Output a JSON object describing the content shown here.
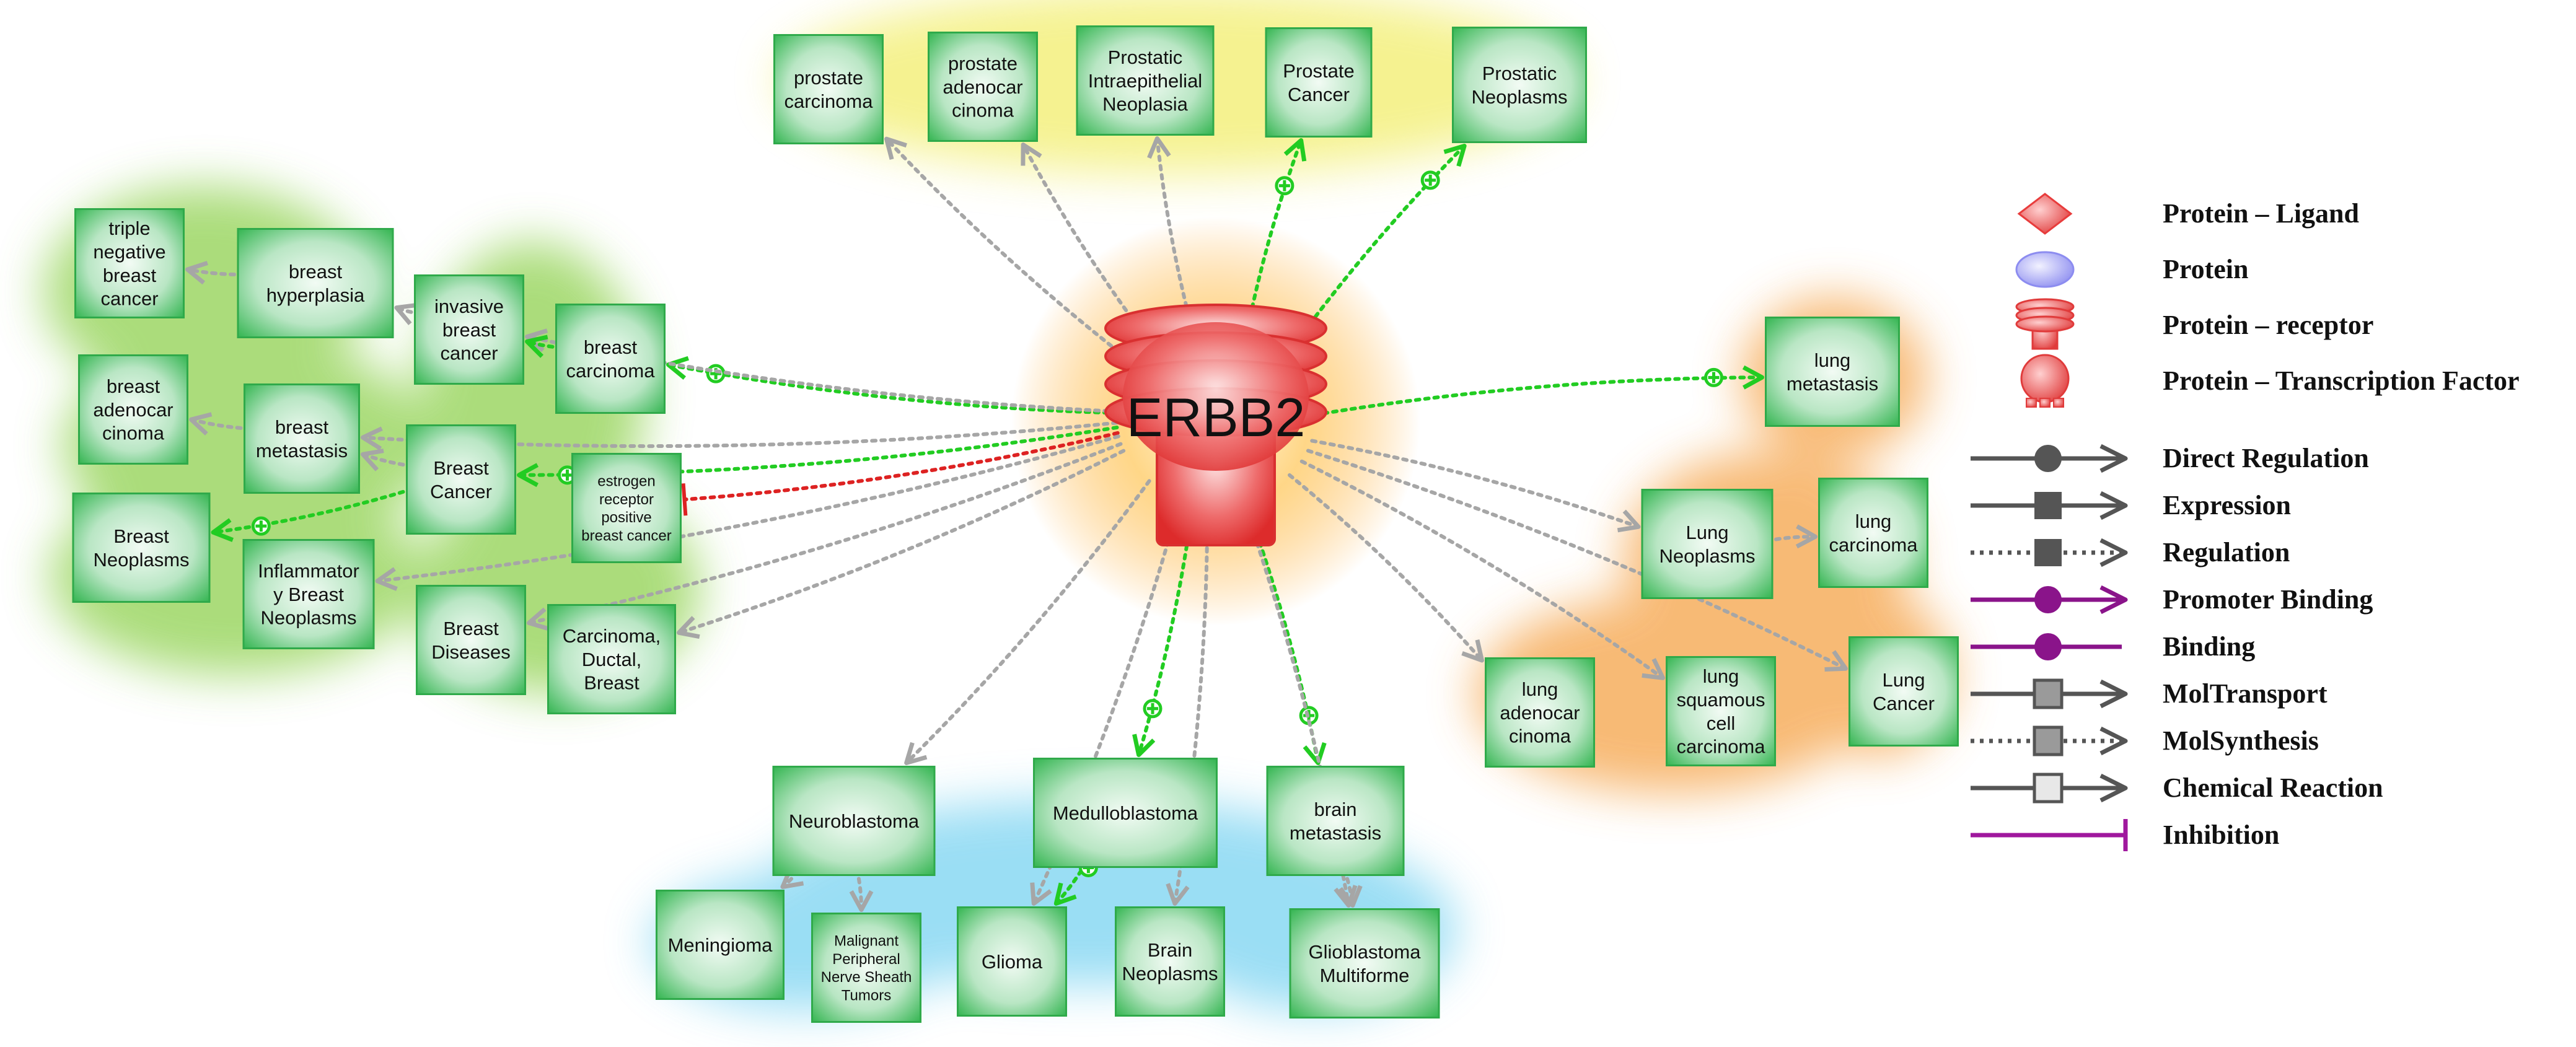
{
  "hub": {
    "label": "ERBB2"
  },
  "clusters": {
    "prostate": {
      "color": "#f2ee6c"
    },
    "breast": {
      "color": "#8fd14f"
    },
    "lung": {
      "color": "#f5a347"
    },
    "brain": {
      "color": "#79d3f1"
    }
  },
  "nodes": [
    {
      "id": "prostate-carcinoma",
      "label": "prostate\ncarcinoma",
      "small": false
    },
    {
      "id": "prostate-adenocarcinoma",
      "label": "prostate\nadenocar\ncinoma",
      "small": false
    },
    {
      "id": "prostatic-intraepithelial-neoplasia",
      "label": "Prostatic\nIntraepithelial\nNeoplasia",
      "small": false
    },
    {
      "id": "prostate-cancer",
      "label": "Prostate\nCancer",
      "small": false
    },
    {
      "id": "prostatic-neoplasms",
      "label": "Prostatic\nNeoplasms",
      "small": false
    },
    {
      "id": "triple-negative-breast-cancer",
      "label": "triple\nnegative\nbreast\ncancer",
      "small": false
    },
    {
      "id": "breast-hyperplasia",
      "label": "breast\nhyperplasia",
      "small": false
    },
    {
      "id": "invasive-breast-cancer",
      "label": "invasive\nbreast\ncancer",
      "small": false
    },
    {
      "id": "breast-carcinoma",
      "label": "breast\ncarcinoma",
      "small": false
    },
    {
      "id": "breast-adenocarcinoma",
      "label": "breast\nadenocar\ncinoma",
      "small": false
    },
    {
      "id": "breast-metastasis",
      "label": "breast\nmetastasis",
      "small": false
    },
    {
      "id": "breast-cancer",
      "label": "Breast\nCancer",
      "small": false
    },
    {
      "id": "er-positive-breast-cancer",
      "label": "estrogen\nreceptor\npositive\nbreast cancer",
      "small": true
    },
    {
      "id": "breast-neoplasms",
      "label": "Breast\nNeoplasms",
      "small": false
    },
    {
      "id": "inflammatory-breast-neoplasms",
      "label": "Inflammator\ny Breast\nNeoplasms",
      "small": false
    },
    {
      "id": "breast-diseases",
      "label": "Breast\nDiseases",
      "small": false
    },
    {
      "id": "carcinoma-ductal-breast",
      "label": "Carcinoma,\nDuctal,\nBreast",
      "small": false
    },
    {
      "id": "lung-metastasis",
      "label": "lung\nmetastasis",
      "small": false
    },
    {
      "id": "lung-neoplasms",
      "label": "Lung\nNeoplasms",
      "small": false
    },
    {
      "id": "lung-carcinoma",
      "label": "lung\ncarcinoma",
      "small": false
    },
    {
      "id": "lung-adenocarcinoma",
      "label": "lung\nadenocar\ncinoma",
      "small": false
    },
    {
      "id": "lung-squamous-cell-carcinoma",
      "label": "lung\nsquamous\ncell\ncarcinoma",
      "small": false
    },
    {
      "id": "lung-cancer",
      "label": "Lung\nCancer",
      "small": false
    },
    {
      "id": "neuroblastoma",
      "label": "Neuroblastoma",
      "small": false
    },
    {
      "id": "medulloblastoma",
      "label": "Medulloblastoma",
      "small": false
    },
    {
      "id": "brain-metastasis",
      "label": "brain\nmetastasis",
      "small": false
    },
    {
      "id": "meningioma",
      "label": "Meningioma",
      "small": false
    },
    {
      "id": "malignant-peripheral-nerve-sheath-tumors",
      "label": "Malignant\nPeripheral\nNerve Sheath\nTumors",
      "small": true
    },
    {
      "id": "glioma",
      "label": "Glioma",
      "small": false
    },
    {
      "id": "brain-neoplasms",
      "label": "Brain\nNeoplasms",
      "small": false
    },
    {
      "id": "glioblastoma-multiforme",
      "label": "Glioblastoma\nMultiforme",
      "small": false
    }
  ],
  "edges": [
    {
      "from": "ERBB2",
      "to": "prostate-carcinoma",
      "type": "regulation",
      "color": "#a6a6a6"
    },
    {
      "from": "ERBB2",
      "to": "prostate-adenocarcinoma",
      "type": "regulation",
      "color": "#a6a6a6"
    },
    {
      "from": "ERBB2",
      "to": "prostatic-intraepithelial-neoplasia",
      "type": "regulation",
      "color": "#a6a6a6"
    },
    {
      "from": "ERBB2",
      "to": "prostate-cancer",
      "type": "positive",
      "color": "#22cc22"
    },
    {
      "from": "ERBB2",
      "to": "prostatic-neoplasms",
      "type": "positive",
      "color": "#22cc22"
    },
    {
      "from": "ERBB2",
      "to": "lung-metastasis",
      "type": "positive",
      "color": "#22cc22"
    },
    {
      "from": "ERBB2",
      "to": "breast-carcinoma",
      "type": "positive",
      "color": "#22cc22"
    },
    {
      "from": "ERBB2",
      "to": "breast-cancer",
      "type": "positive",
      "color": "#22cc22"
    },
    {
      "from": "ERBB2",
      "to": "er-positive-breast-cancer",
      "type": "inhibition",
      "color": "#dd2222"
    },
    {
      "from": "ERBB2",
      "to": "invasive-breast-cancer",
      "type": "regulation",
      "color": "#a6a6a6"
    },
    {
      "from": "ERBB2",
      "to": "breast-metastasis",
      "type": "regulation",
      "color": "#a6a6a6"
    },
    {
      "from": "ERBB2",
      "to": "inflammatory-breast-neoplasms",
      "type": "regulation",
      "color": "#a6a6a6"
    },
    {
      "from": "ERBB2",
      "to": "breast-diseases",
      "type": "regulation",
      "color": "#a6a6a6"
    },
    {
      "from": "ERBB2",
      "to": "carcinoma-ductal-breast",
      "type": "regulation",
      "color": "#a6a6a6"
    },
    {
      "from": "ERBB2",
      "to": "lung-neoplasms",
      "type": "regulation",
      "color": "#a6a6a6"
    },
    {
      "from": "ERBB2",
      "to": "lung-adenocarcinoma",
      "type": "regulation",
      "color": "#a6a6a6"
    },
    {
      "from": "ERBB2",
      "to": "lung-squamous-cell-carcinoma",
      "type": "regulation",
      "color": "#a6a6a6"
    },
    {
      "from": "ERBB2",
      "to": "lung-cancer",
      "type": "regulation",
      "color": "#a6a6a6"
    },
    {
      "from": "ERBB2",
      "to": "neuroblastoma",
      "type": "regulation",
      "color": "#a6a6a6"
    },
    {
      "from": "ERBB2",
      "to": "medulloblastoma",
      "type": "positive",
      "color": "#22cc22"
    },
    {
      "from": "ERBB2",
      "to": "brain-metastasis",
      "type": "positive",
      "color": "#22cc22"
    },
    {
      "from": "ERBB2",
      "to": "brain-neoplasms",
      "type": "regulation",
      "color": "#a6a6a6"
    },
    {
      "from": "ERBB2",
      "to": "glioma",
      "type": "regulation",
      "color": "#a6a6a6"
    },
    {
      "from": "ERBB2",
      "to": "glioblastoma-multiforme",
      "type": "regulation",
      "color": "#a6a6a6"
    },
    {
      "from": "breast-hyperplasia",
      "to": "triple-negative-breast-cancer",
      "type": "regulation",
      "color": "#a6a6a6"
    },
    {
      "from": "invasive-breast-cancer",
      "to": "breast-hyperplasia",
      "type": "regulation",
      "color": "#a6a6a6"
    },
    {
      "from": "breast-carcinoma",
      "to": "invasive-breast-cancer",
      "type": "positive",
      "color": "#22cc22"
    },
    {
      "from": "breast-metastasis",
      "to": "breast-adenocarcinoma",
      "type": "regulation",
      "color": "#a6a6a6"
    },
    {
      "from": "breast-cancer",
      "to": "breast-metastasis",
      "type": "regulation",
      "color": "#a6a6a6"
    },
    {
      "from": "breast-cancer",
      "to": "breast-neoplasms",
      "type": "positive",
      "color": "#22cc22"
    },
    {
      "from": "lung-neoplasms",
      "to": "lung-carcinoma",
      "type": "regulation",
      "color": "#a6a6a6"
    },
    {
      "from": "neuroblastoma",
      "to": "meningioma",
      "type": "regulation",
      "color": "#a6a6a6"
    },
    {
      "from": "neuroblastoma",
      "to": "malignant-peripheral-nerve-sheath-tumors",
      "type": "regulation",
      "color": "#a6a6a6"
    },
    {
      "from": "medulloblastoma",
      "to": "glioma",
      "type": "positive",
      "color": "#22cc22"
    },
    {
      "from": "brain-metastasis",
      "to": "glioblastoma-multiforme",
      "type": "regulation",
      "color": "#a6a6a6"
    }
  ],
  "legend": {
    "shapes": [
      {
        "icon": "diamond-icon",
        "label": "Protein – Ligand",
        "color": "#e83c3c"
      },
      {
        "icon": "ellipse-icon",
        "label": "Protein",
        "color": "#8c8cf0"
      },
      {
        "icon": "receptor-icon",
        "label": "Protein – receptor",
        "color": "#e03b3b"
      },
      {
        "icon": "transcription-factor-icon",
        "label": "Protein – Transcription Factor",
        "color": "#e03b3b"
      }
    ],
    "lines": [
      {
        "icon": "direct-regulation-icon",
        "label": "Direct Regulation",
        "color": "#555555"
      },
      {
        "icon": "expression-icon",
        "label": "Expression",
        "color": "#555555"
      },
      {
        "icon": "regulation-icon",
        "label": "Regulation",
        "color": "#555555"
      },
      {
        "icon": "promoter-binding-icon",
        "label": "Promoter Binding",
        "color": "#8a148a"
      },
      {
        "icon": "binding-icon",
        "label": "Binding",
        "color": "#8a148a"
      },
      {
        "icon": "moltransport-icon",
        "label": "MolTransport",
        "color": "#555555"
      },
      {
        "icon": "molsynthesis-icon",
        "label": "MolSynthesis",
        "color": "#555555"
      },
      {
        "icon": "chemical-reaction-icon",
        "label": "Chemical Reaction",
        "color": "#555555"
      },
      {
        "icon": "inhibition-icon",
        "label": "Inhibition",
        "color": "#a0189e"
      }
    ]
  }
}
